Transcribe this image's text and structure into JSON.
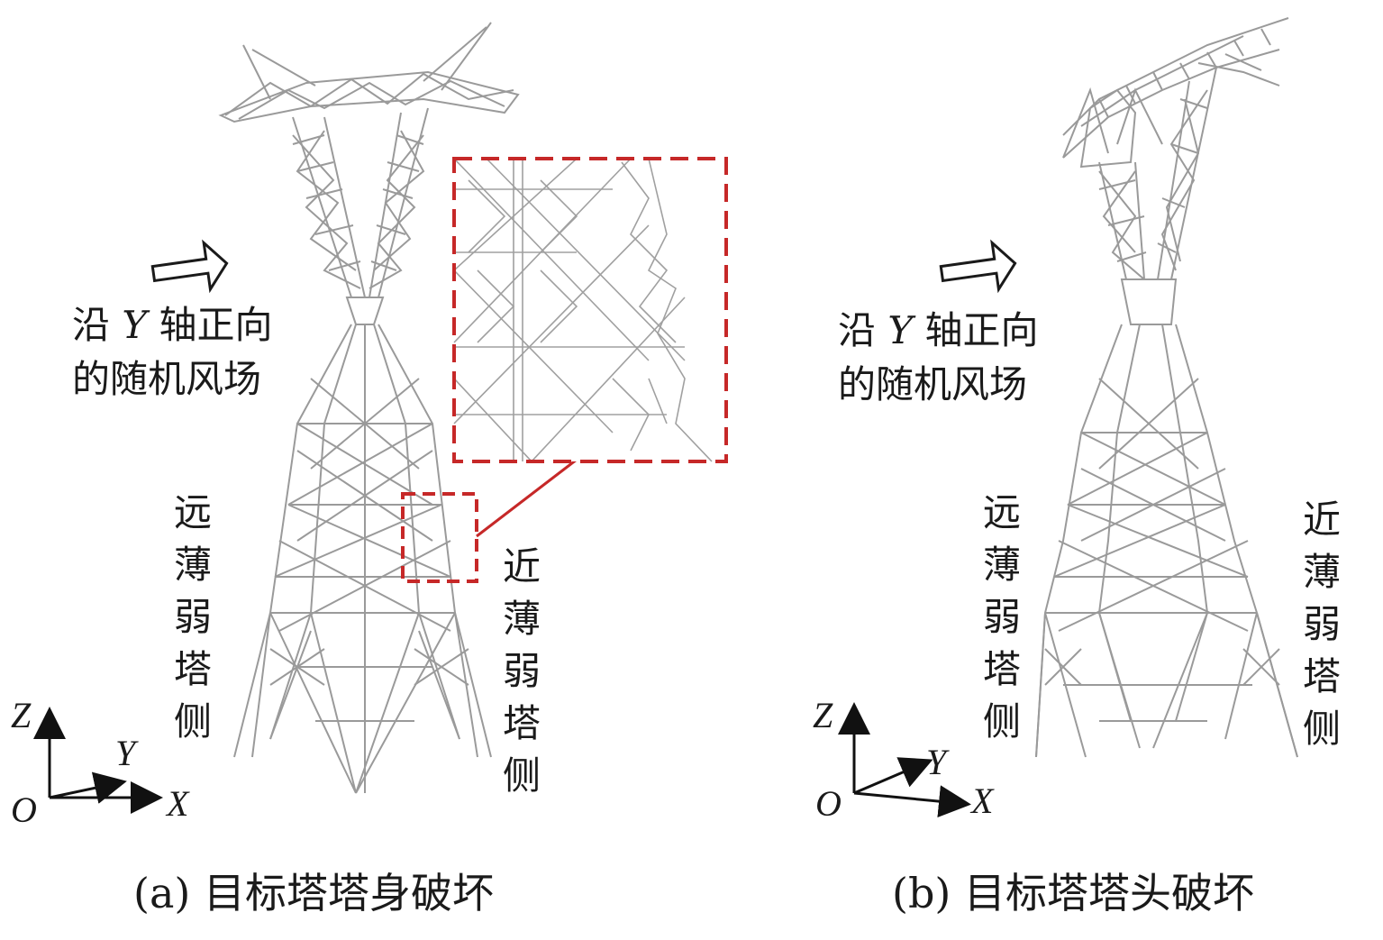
{
  "panel_a": {
    "wind_line1_pre": "沿 ",
    "wind_line1_var": "Y",
    "wind_line1_post": " 轴正向",
    "wind_line2": "的随机风场",
    "far_side": "远薄弱塔侧",
    "near_side": "近薄弱塔侧",
    "axis_z": "Z",
    "axis_y": "Y",
    "axis_x": "X",
    "axis_o": "O",
    "caption": "(a) 目标塔塔身破坏"
  },
  "panel_b": {
    "wind_line1_pre": "沿 ",
    "wind_line1_var": "Y",
    "wind_line1_post": " 轴正向",
    "wind_line2": "的随机风场",
    "far_side": "远薄弱塔侧",
    "near_side": "近薄弱塔侧",
    "axis_z": "Z",
    "axis_y": "Y",
    "axis_x": "X",
    "axis_o": "O",
    "caption": "(b) 目标塔塔头破坏"
  },
  "colors": {
    "lattice": "#9a9a9a",
    "highlight": "#c62828",
    "text": "#1a1a1a"
  }
}
